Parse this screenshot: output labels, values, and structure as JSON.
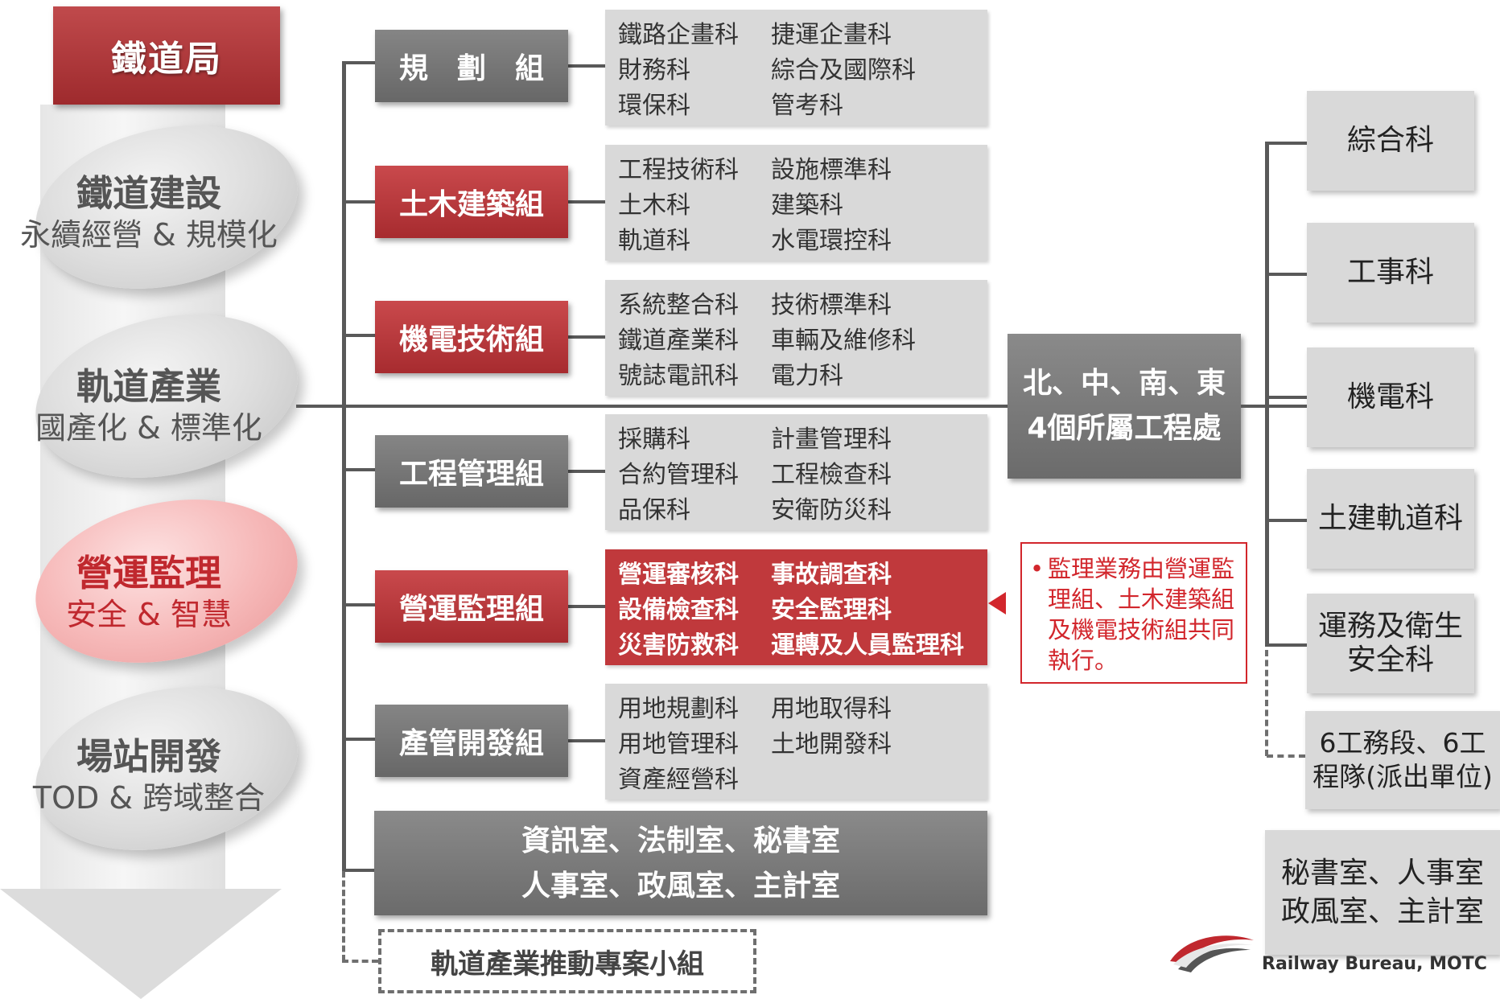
{
  "bureau": {
    "title": "鐵道局"
  },
  "pillars": [
    {
      "title": "鐵道建設",
      "subtitle": "永續經營 & 規模化"
    },
    {
      "title": "軌道產業",
      "subtitle": "國產化 & 標準化"
    },
    {
      "title": "營運監理",
      "subtitle": "安全 & 智慧"
    },
    {
      "title": "場站開發",
      "subtitle": "TOD & 跨域整合"
    }
  ],
  "groups": [
    {
      "name": "規　劃　組",
      "style": "gray",
      "sections": [
        "鐵路企畫科",
        "捷運企畫科",
        "財務科",
        "綜合及國際科",
        "環保科",
        "管考科"
      ]
    },
    {
      "name": "土木建築組",
      "style": "red",
      "sections": [
        "工程技術科",
        "設施標準科",
        "土木科",
        "建築科",
        "軌道科",
        "水電環控科"
      ]
    },
    {
      "name": "機電技術組",
      "style": "red",
      "sections": [
        "系統整合科",
        "技術標準科",
        "鐵道產業科",
        "車輛及維修科",
        "號誌電訊科",
        "電力科"
      ]
    },
    {
      "name": "工程管理組",
      "style": "gray",
      "sections": [
        "採購科",
        "計畫管理科",
        "合約管理科",
        "工程檢查科",
        "品保科",
        "安衛防災科"
      ]
    },
    {
      "name": "營運監理組",
      "style": "red",
      "sections": [
        "營運審核科",
        "事故調查科",
        "設備檢查科",
        "安全監理科",
        "災害防救科",
        "運轉及人員監理科"
      ]
    },
    {
      "name": "產管開發組",
      "style": "gray",
      "sections": [
        "用地規劃科",
        "用地取得科",
        "用地管理科",
        "土地開發科",
        "資產經營科",
        ""
      ]
    }
  ],
  "offices": {
    "line1": "資訊室、法制室、秘書室",
    "line2": "人事室、政風室、主計室"
  },
  "task_force": "軌道產業推動專案小組",
  "note": {
    "bullet": "•",
    "text": "監理業務由營運監理組、土木建築組及機電技術組共同執行。"
  },
  "regions": {
    "line1": "北、中、南、東",
    "line2": "4個所屬工程處"
  },
  "region_units": [
    {
      "line1": "綜合科",
      "line2": ""
    },
    {
      "line1": "工事科",
      "line2": ""
    },
    {
      "line1": "機電科",
      "line2": ""
    },
    {
      "line1": "土建軌道科",
      "line2": ""
    },
    {
      "line1": "運務及衛生",
      "line2": "安全科"
    }
  ],
  "dispatch": {
    "line1": "6工務段、6工",
    "line2": "程隊(派出單位)"
  },
  "right_offices": {
    "line1": "秘書室、人事室",
    "line2": "政風室、主計室"
  },
  "logo": {
    "text": "Railway Bureau, MOTC"
  },
  "colors": {
    "accent_red": "#a72b2f",
    "gray_box": "#767676",
    "light_box": "#d9d9d9"
  }
}
